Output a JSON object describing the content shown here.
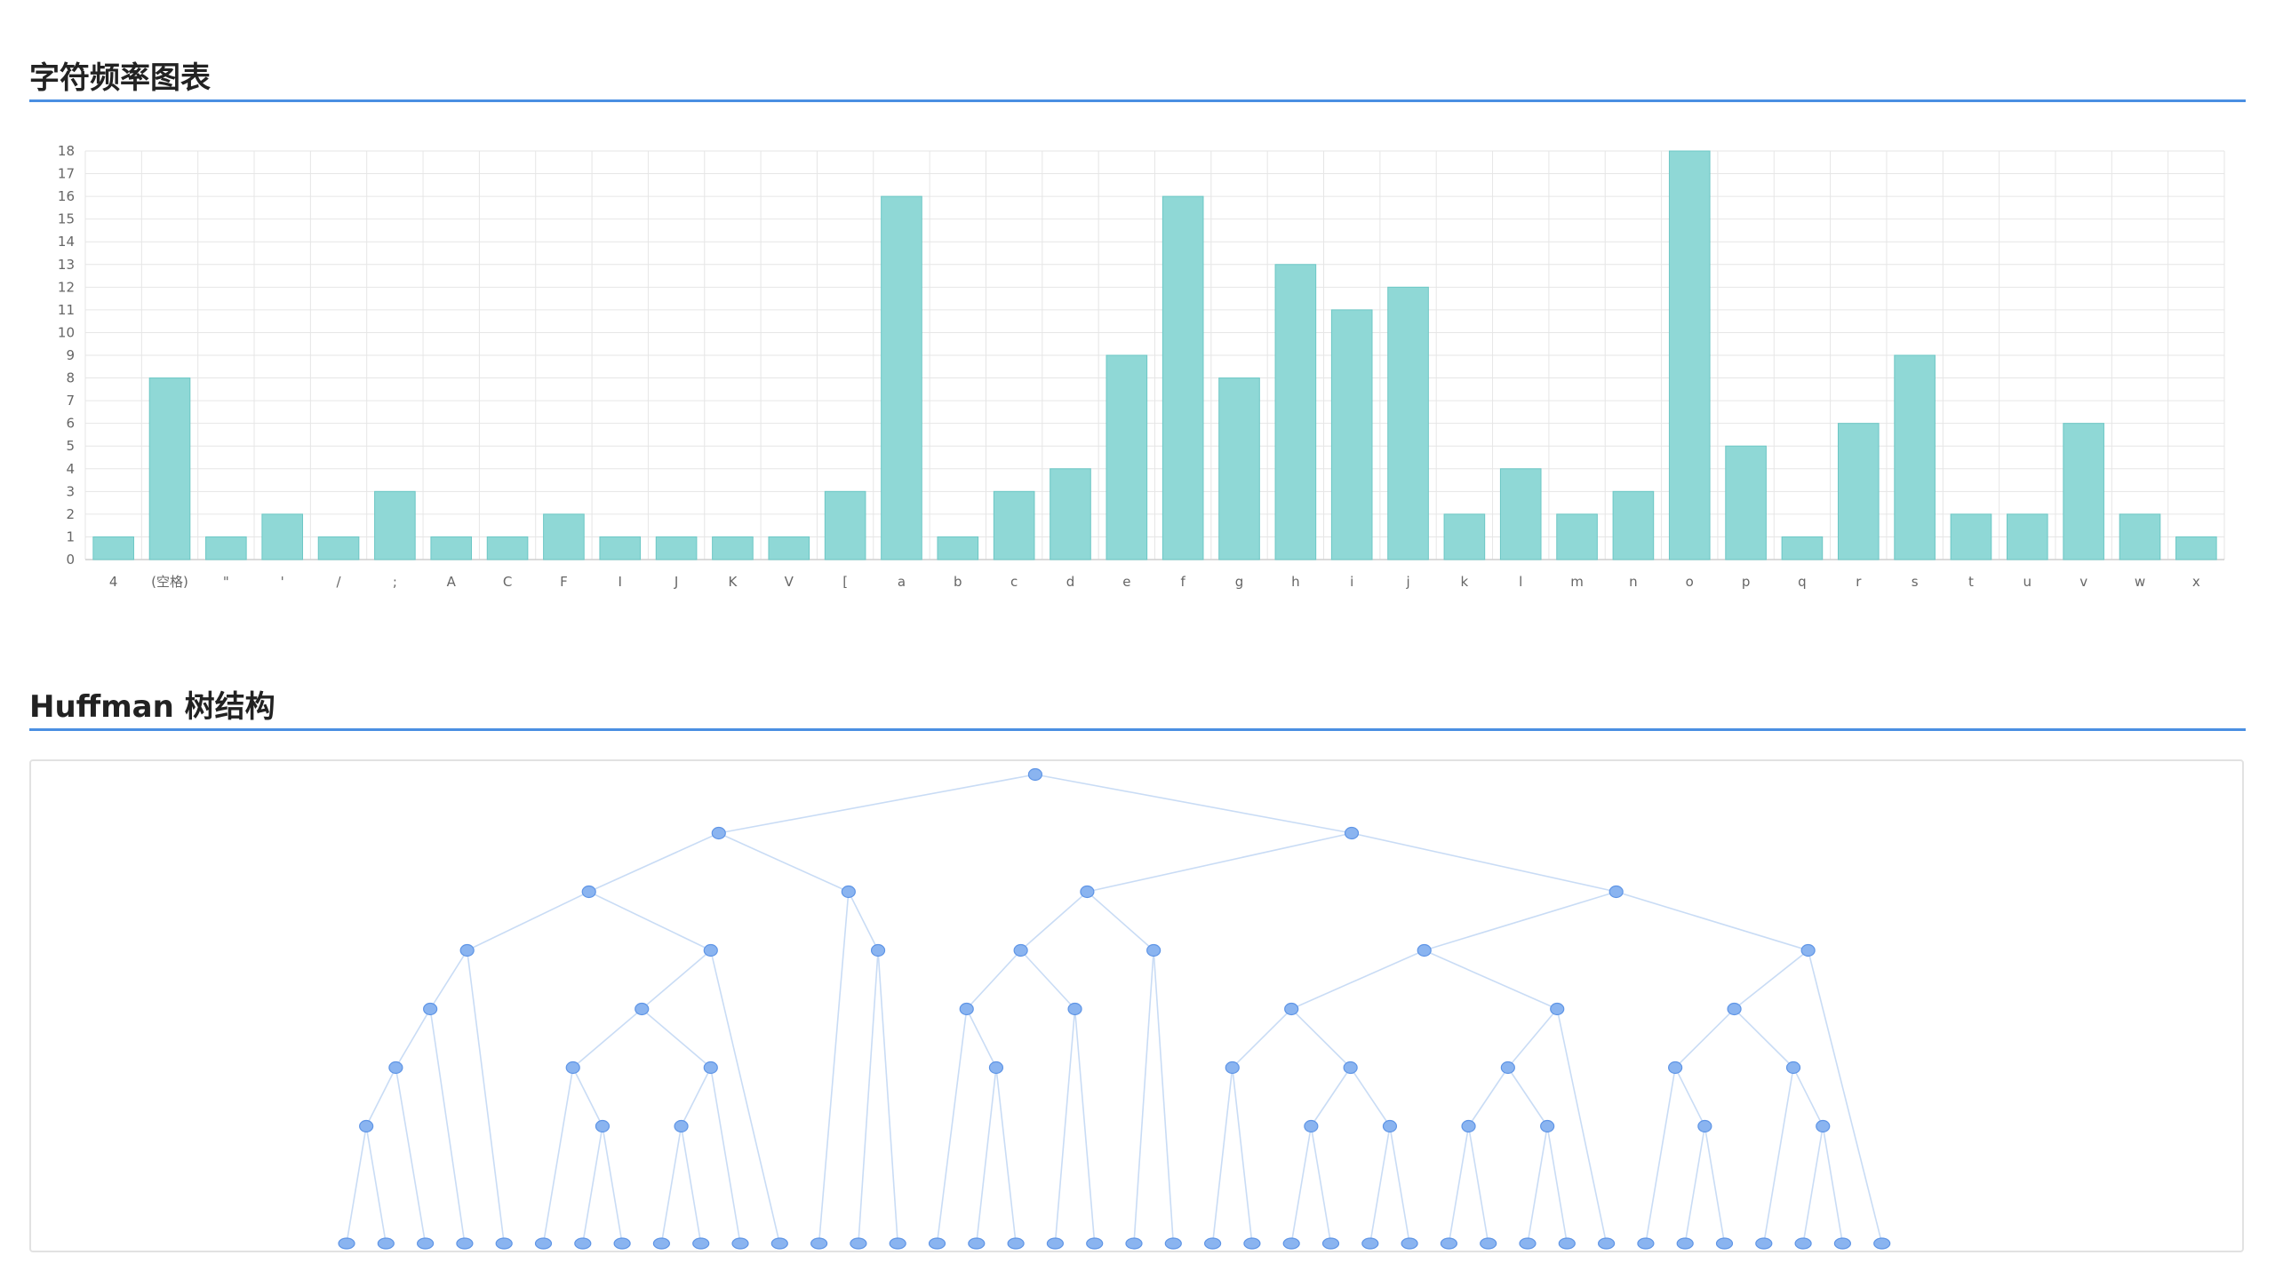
{
  "sections": {
    "frequency_title": "字符频率图表",
    "tree_title": "Huffman 树结构"
  },
  "colors": {
    "bar_fill": "#8fd8d6",
    "bar_stroke": "#6cc7c5",
    "grid": "#e6e6e6",
    "title_rule": "#4a8fe2",
    "tree_node": "#8ab4f0",
    "tree_node_stroke": "#5f95e6",
    "tree_edge": "#c9dcf5"
  },
  "chart_data": {
    "type": "bar",
    "title": "",
    "xlabel": "",
    "ylabel": "",
    "ylim": [
      0,
      18
    ],
    "yticks": [
      0,
      1,
      2,
      3,
      4,
      5,
      6,
      7,
      8,
      9,
      10,
      11,
      12,
      13,
      14,
      15,
      16,
      17,
      18
    ],
    "grid": true,
    "categories": [
      "4",
      "(空格)",
      "\"",
      "'",
      "/",
      ";",
      "A",
      "C",
      "F",
      "I",
      "J",
      "K",
      "V",
      "[",
      "a",
      "b",
      "c",
      "d",
      "e",
      "f",
      "g",
      "h",
      "i",
      "j",
      "k",
      "l",
      "m",
      "n",
      "o",
      "p",
      "q",
      "r",
      "s",
      "t",
      "u",
      "v",
      "w",
      "x"
    ],
    "values": [
      1,
      8,
      1,
      2,
      1,
      3,
      1,
      1,
      2,
      1,
      1,
      1,
      1,
      3,
      16,
      1,
      3,
      4,
      9,
      16,
      8,
      13,
      11,
      12,
      2,
      4,
      2,
      3,
      18,
      5,
      1,
      6,
      9,
      2,
      2,
      6,
      2,
      1
    ]
  },
  "tree": {
    "type": "huffman-tree-diagram",
    "levels": 9,
    "root": {
      "c": [
        {
          "c": [
            {
              "c": [
                {
                  "c": [
                    {
                      "c": [
                        {
                          "c": [
                            {
                              "c": [
                                {},
                                {}
                              ]
                            },
                            {}
                          ]
                        },
                        {}
                      ]
                    },
                    {}
                  ]
                },
                {
                  "c": [
                    {
                      "c": [
                        {
                          "c": [
                            {},
                            {
                              "c": [
                                {},
                                {}
                              ]
                            }
                          ]
                        },
                        {
                          "c": [
                            {
                              "c": [
                                {},
                                {}
                              ]
                            },
                            {}
                          ]
                        }
                      ]
                    },
                    {}
                  ]
                }
              ]
            },
            {
              "c": [
                {},
                {
                  "c": [
                    {},
                    {}
                  ]
                }
              ]
            }
          ]
        },
        {
          "c": [
            {
              "c": [
                {
                  "c": [
                    {
                      "c": [
                        {},
                        {
                          "c": [
                            {},
                            {}
                          ]
                        }
                      ]
                    },
                    {
                      "c": [
                        {},
                        {}
                      ]
                    }
                  ]
                },
                {
                  "c": [
                    {},
                    {}
                  ]
                }
              ]
            },
            {
              "c": [
                {
                  "c": [
                    {
                      "c": [
                        {
                          "c": [
                            {},
                            {}
                          ]
                        },
                        {
                          "c": [
                            {
                              "c": [
                                {},
                                {}
                              ]
                            },
                            {
                              "c": [
                                {},
                                {}
                              ]
                            }
                          ]
                        }
                      ]
                    },
                    {
                      "c": [
                        {
                          "c": [
                            {
                              "c": [
                                {},
                                {}
                              ]
                            },
                            {
                              "c": [
                                {},
                                {}
                              ]
                            }
                          ]
                        },
                        {}
                      ]
                    }
                  ]
                },
                {
                  "c": [
                    {
                      "c": [
                        {
                          "c": [
                            {},
                            {
                              "c": [
                                {},
                                {}
                              ]
                            }
                          ]
                        },
                        {
                          "c": [
                            {},
                            {
                              "c": [
                                {},
                                {}
                              ]
                            }
                          ]
                        }
                      ]
                    },
                    {}
                  ]
                }
              ]
            }
          ]
        }
      ]
    }
  }
}
